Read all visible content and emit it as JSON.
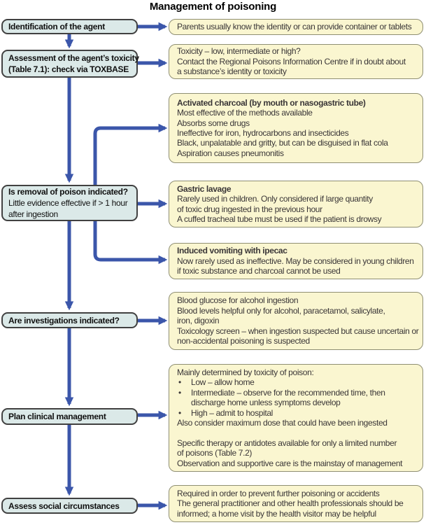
{
  "title": "Management of poisoning",
  "colors": {
    "arrow": "#3b56aa",
    "step_fill": "#dbe9e8",
    "step_border": "#414141",
    "detail_fill": "#faf6d0",
    "detail_border": "#8f8f73"
  },
  "steps": [
    {
      "id": "identification",
      "lines": [
        {
          "text": "Identification of the agent",
          "bold": true
        }
      ]
    },
    {
      "id": "toxicity-assessment",
      "lines": [
        {
          "text": "Assessment of the agent’s toxicity",
          "bold": true
        },
        {
          "text": "(Table 7.1): check via TOXBASE",
          "bold": true
        }
      ]
    },
    {
      "id": "removal",
      "lines": [
        {
          "text": "Is removal of poison indicated?",
          "bold": true
        },
        {
          "text": "Little evidence effective if > 1 hour"
        },
        {
          "text": "after ingestion"
        }
      ]
    },
    {
      "id": "investigations",
      "lines": [
        {
          "text": "Are investigations indicated?",
          "bold": true
        }
      ]
    },
    {
      "id": "clinical-management",
      "lines": [
        {
          "text": "Plan clinical management",
          "bold": true
        }
      ]
    },
    {
      "id": "social-circumstances",
      "lines": [
        {
          "text": "Assess social circumstances",
          "bold": true
        }
      ]
    }
  ],
  "details": [
    {
      "id": "identity",
      "lines": [
        {
          "text": "Parents usually know the identity or can provide container or tablets"
        }
      ]
    },
    {
      "id": "toxicity",
      "lines": [
        {
          "text": "Toxicity – low, intermediate or high?"
        },
        {
          "text": "Contact the Regional Poisons Information Centre if in doubt about"
        },
        {
          "text": "a substance’s identity or toxicity"
        }
      ]
    },
    {
      "id": "activated-charcoal",
      "lines": [
        {
          "text": "Activated charcoal (by mouth or nasogastric tube)",
          "bold": true
        },
        {
          "text": "Most effective of the methods available"
        },
        {
          "text": "Absorbs some drugs"
        },
        {
          "text": "Ineffective for iron, hydrocarbons and insecticides"
        },
        {
          "text": "Black, unpalatable and gritty, but can be disguised in flat cola"
        },
        {
          "text": "Aspiration causes pneumonitis"
        }
      ]
    },
    {
      "id": "gastric-lavage",
      "lines": [
        {
          "text": "Gastric lavage",
          "bold": true
        },
        {
          "text": "Rarely used in children. Only considered if large quantity"
        },
        {
          "text": "of toxic drug ingested in the previous hour"
        },
        {
          "text": "A cuffed tracheal tube must be used if the patient is drowsy"
        }
      ]
    },
    {
      "id": "induced-vomiting",
      "lines": [
        {
          "text": "Induced vomiting with ipecac",
          "bold": true
        },
        {
          "text": "Now rarely used as ineffective. May be considered in young children"
        },
        {
          "text": "if toxic substance and charcoal cannot be used"
        }
      ]
    },
    {
      "id": "investigations",
      "lines": [
        {
          "text": "Blood glucose for alcohol ingestion"
        },
        {
          "text": "Blood levels helpful only for alcohol, paracetamol, salicylate,"
        },
        {
          "text": "iron, digoxin"
        },
        {
          "text": "Toxicology screen – when ingestion suspected but cause uncertain or"
        },
        {
          "text": "non-accidental poisoning is suspected"
        }
      ]
    },
    {
      "id": "clinical-management",
      "lines": [
        {
          "text": "Mainly determined by toxicity of poison:"
        },
        {
          "text": "Low – allow home",
          "bullet": true
        },
        {
          "text": "Intermediate – observe for the recommended time, then",
          "bullet": true
        },
        {
          "text": "discharge home unless symptoms develop",
          "indent": true
        },
        {
          "text": "High – admit to hospital",
          "bullet": true
        },
        {
          "text": "Also consider maximum dose that could have been ingested"
        },
        {
          "text": ""
        },
        {
          "text": "Specific therapy or antidotes available for only a limited number"
        },
        {
          "text": "of poisons (Table 7.2)"
        },
        {
          "text": "Observation and supportive care is the mainstay of management"
        }
      ]
    },
    {
      "id": "social",
      "lines": [
        {
          "text": "Required in order to prevent further poisoning or accidents"
        },
        {
          "text": "The general practitioner and other health professionals should be"
        },
        {
          "text": "informed; a home visit by the health visitor may be helpful"
        }
      ]
    }
  ]
}
